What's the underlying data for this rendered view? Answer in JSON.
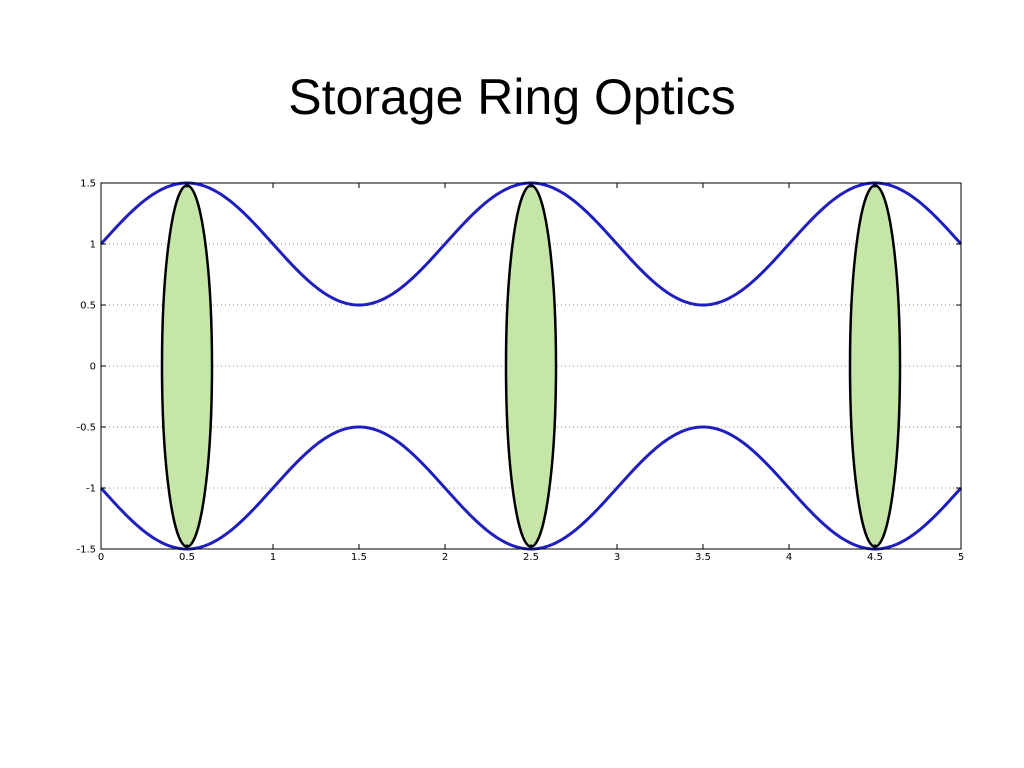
{
  "slide": {
    "title": "Storage Ring Optics"
  },
  "chart_data": {
    "type": "line",
    "title": "",
    "xlabel": "",
    "ylabel": "",
    "xlim": [
      0,
      5
    ],
    "ylim": [
      -1.5,
      1.5
    ],
    "x_ticks": [
      0,
      0.5,
      1,
      1.5,
      2,
      2.5,
      3,
      3.5,
      4,
      4.5,
      5
    ],
    "x_tick_labels": [
      "0",
      "0.5",
      "1",
      "1.5",
      "2",
      "2.5",
      "3",
      "3.5",
      "4",
      "4.5",
      "5"
    ],
    "y_ticks": [
      1.5,
      1,
      0.5,
      0,
      -0.5,
      -1,
      -1.5
    ],
    "y_tick_labels": [
      "1.5",
      "1",
      "0.5",
      "0",
      "-0.5",
      "-1",
      "-1.5"
    ],
    "grid": "horizontal dotted",
    "series": [
      {
        "function": "envelope upper: y = 1 + 0.5*sin(pi*x)",
        "x": [
          0,
          0.5,
          1,
          1.5,
          2,
          2.5,
          3,
          3.5,
          4,
          4.5,
          5
        ],
        "values": [
          1,
          1.5,
          1,
          0.5,
          1,
          1.5,
          1,
          0.5,
          1,
          1.5,
          1
        ],
        "color": "#1f1fbf"
      },
      {
        "function": "envelope lower: y = -(1 + 0.5*sin(pi*x))",
        "x": [
          0,
          0.5,
          1,
          1.5,
          2,
          2.5,
          3,
          3.5,
          4,
          4.5,
          5
        ],
        "values": [
          -1,
          -1.5,
          -1,
          -0.5,
          -1,
          -1.5,
          -1,
          -0.5,
          -1,
          -1.5,
          -1
        ],
        "color": "#1f1fbf"
      }
    ],
    "ellipses": [
      {
        "cx": 0.5,
        "cy": 0,
        "rx": 0.15,
        "ry": 1.48
      },
      {
        "cx": 2.5,
        "cy": 0,
        "rx": 0.15,
        "ry": 1.48
      },
      {
        "cx": 4.5,
        "cy": 0,
        "rx": 0.15,
        "ry": 1.48
      }
    ],
    "colors": {
      "curve": "#1f1fbf",
      "ellipse_fill": "#c6e6a8",
      "ellipse_stroke": "#000000",
      "grid": "#888888",
      "axes": "#000000"
    }
  }
}
